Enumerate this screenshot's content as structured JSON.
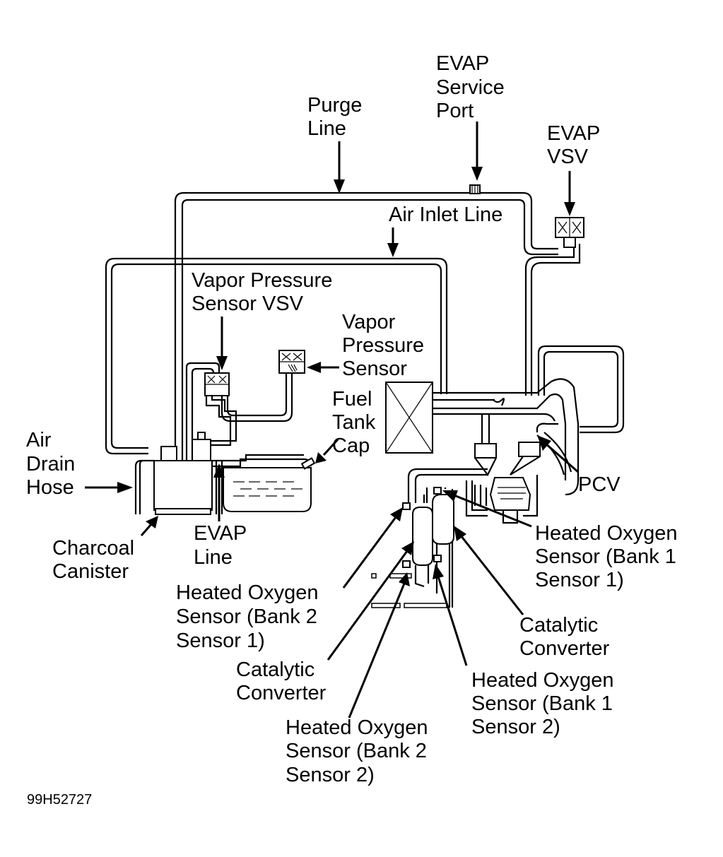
{
  "labels": {
    "evap_service_port": [
      "EVAP",
      "Service",
      "Port"
    ],
    "purge_line": [
      "Purge",
      "Line"
    ],
    "evap_vsv": [
      "EVAP",
      "VSV"
    ],
    "air_inlet_line": [
      "Air Inlet Line"
    ],
    "vapor_pressure_sensor_vsv": [
      "Vapor Pressure",
      "Sensor VSV"
    ],
    "vapor_pressure_sensor": [
      "Vapor",
      "Pressure",
      "Sensor"
    ],
    "fuel_tank_cap": [
      "Fuel",
      "Tank",
      "Cap"
    ],
    "air_drain_hose": [
      "Air",
      "Drain",
      "Hose"
    ],
    "pcv": [
      "PCV"
    ],
    "charcoal_canister": [
      "Charcoal",
      "Canister"
    ],
    "evap_line": [
      "EVAP",
      "Line"
    ],
    "ho2s_bank1_sensor1": [
      "Heated Oxygen",
      "Sensor (Bank 1",
      "Sensor 1)"
    ],
    "ho2s_bank2_sensor1": [
      "Heated Oxygen",
      "Sensor (Bank 2",
      "Sensor 1)"
    ],
    "catalytic_converter_right": [
      "Catalytic",
      "Converter"
    ],
    "catalytic_converter_left": [
      "Catalytic",
      "Converter"
    ],
    "ho2s_bank1_sensor2": [
      "Heated Oxygen",
      "Sensor (Bank 1",
      "Sensor 2)"
    ],
    "ho2s_bank2_sensor2": [
      "Heated Oxygen",
      "Sensor (Bank 2",
      "Sensor 2)"
    ]
  },
  "figure_id": "99H52727"
}
